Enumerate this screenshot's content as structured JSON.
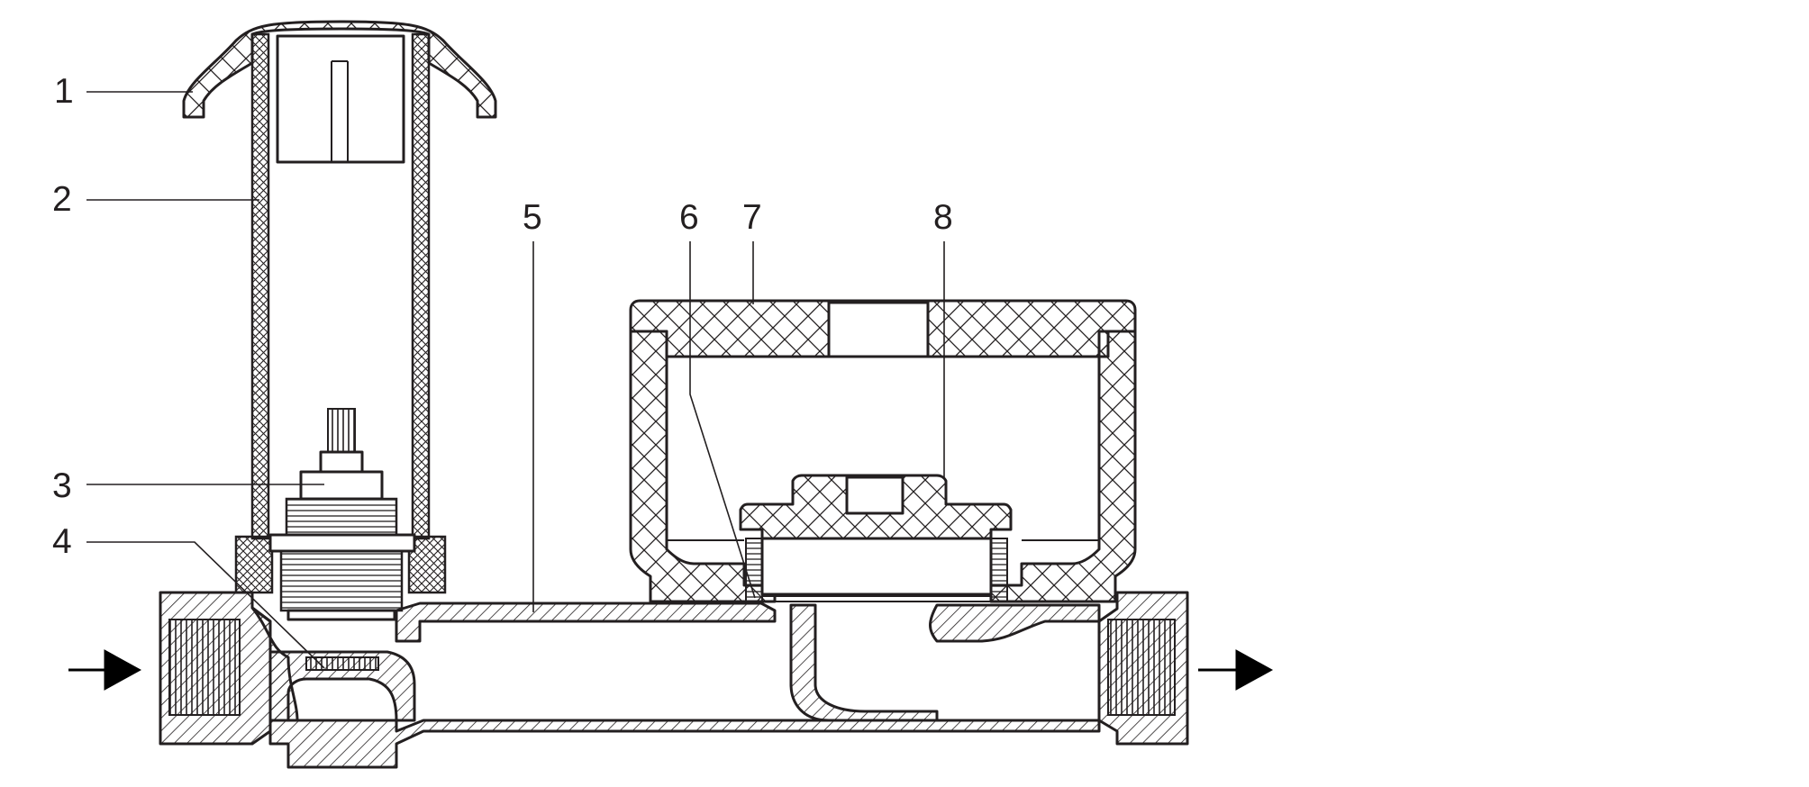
{
  "figure": {
    "background": "#ffffff",
    "line_color": "#231f20",
    "flow_arrows": [
      "arrow-right-icon",
      "arrow-right-icon"
    ],
    "callouts": [
      {
        "id": "1",
        "text": "1"
      },
      {
        "id": "2",
        "text": "2"
      },
      {
        "id": "3",
        "text": "3"
      },
      {
        "id": "4",
        "text": "4"
      },
      {
        "id": "5",
        "text": "5"
      },
      {
        "id": "6",
        "text": "6"
      },
      {
        "id": "7",
        "text": "7"
      },
      {
        "id": "8",
        "text": "8"
      }
    ]
  }
}
